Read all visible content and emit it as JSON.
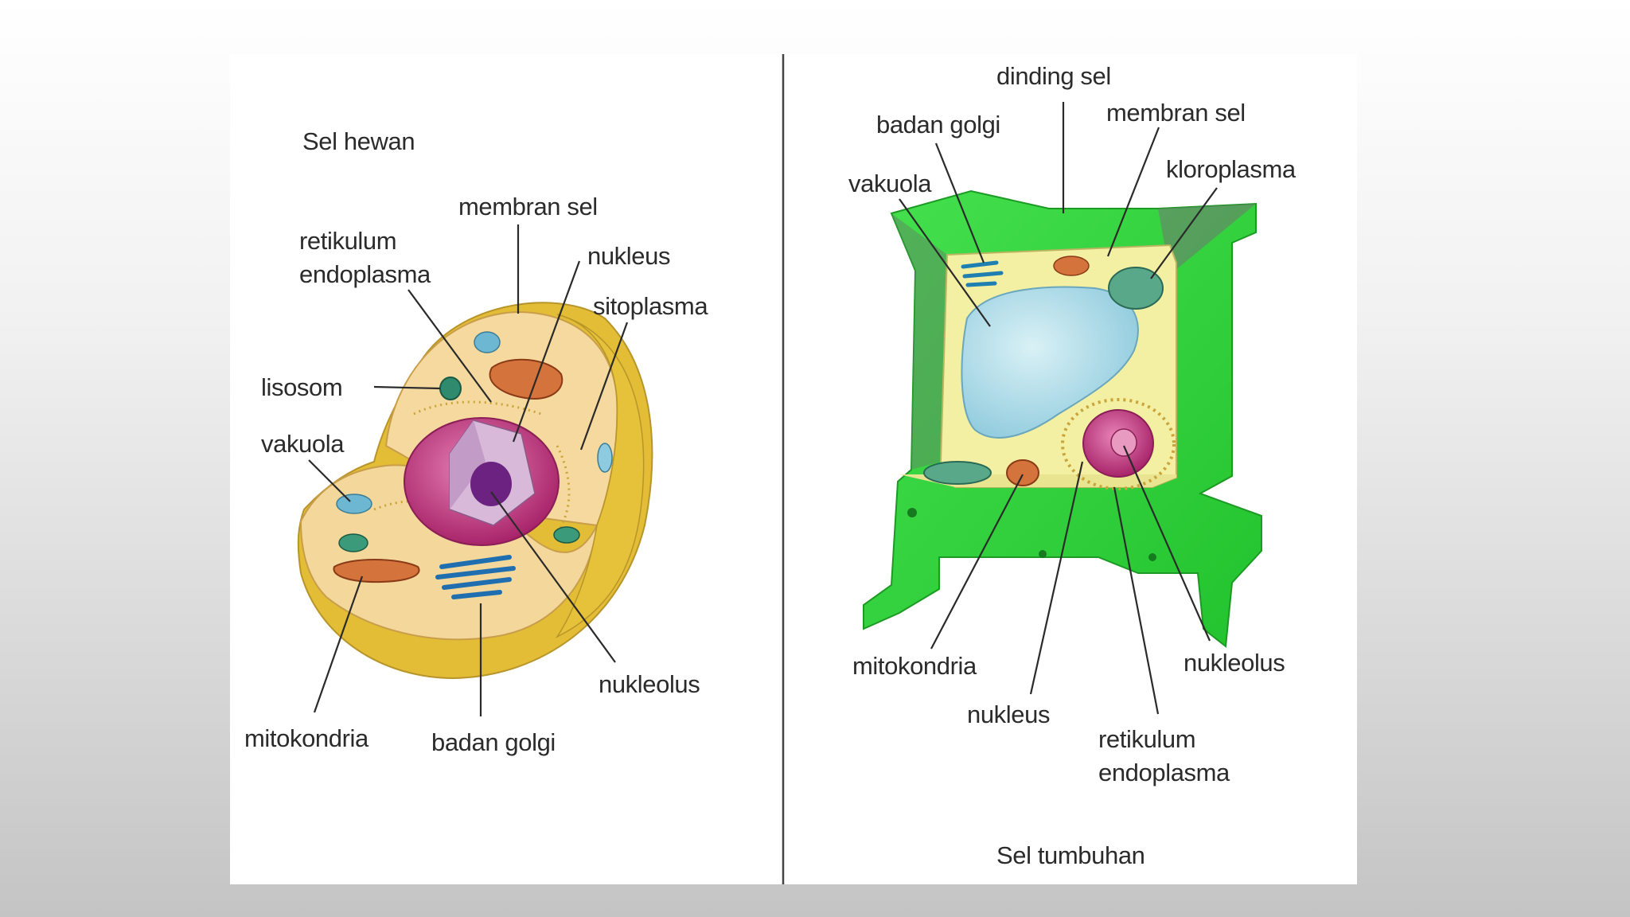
{
  "animal_cell": {
    "title": "Sel hewan",
    "labels": {
      "membran_sel": "membran sel",
      "retikulum_line1": "retikulum",
      "retikulum_line2": "endoplasma",
      "nukleus": "nukleus",
      "sitoplasma": "sitoplasma",
      "lisosom": "lisosom",
      "vakuola": "vakuola",
      "nukleolus": "nukleolus",
      "mitokondria": "mitokondria",
      "badan_golgi": "badan golgi"
    }
  },
  "plant_cell": {
    "title": "Sel tumbuhan",
    "labels": {
      "dinding_sel": "dinding sel",
      "membran_sel": "membran sel",
      "badan_golgi": "badan golgi",
      "kloroplasma": "kloroplasma",
      "vakuola": "vakuola",
      "mitokondria": "mitokondria",
      "nukleolus": "nukleolus",
      "nukleus": "nukleus",
      "retikulum_line1": "retikulum",
      "retikulum_line2": "endoplasma"
    }
  },
  "colors": {
    "animal_membrane": "#e6c23a",
    "animal_cytoplasm": "#f3d69a",
    "nucleus": "#c2407e",
    "plant_wall": "#2fd63a",
    "vacuole": "#a9dbe8"
  }
}
